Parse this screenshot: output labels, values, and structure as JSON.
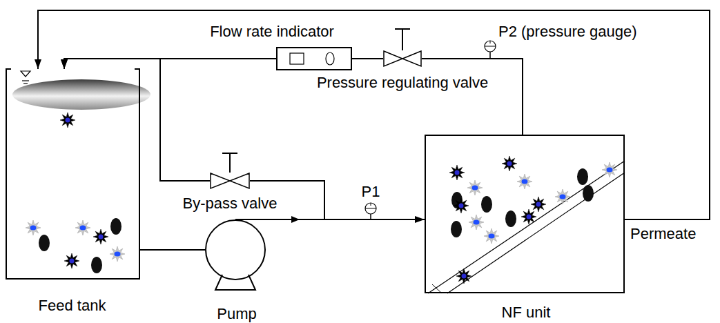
{
  "diagram": {
    "nodes": [
      {
        "text": [
          "Flow rate indicator"
        ]
      },
      {
        "text": [
          "Pressure regulating valve"
        ]
      },
      {
        "text": [
          "By-pass valve"
        ]
      },
      {
        "text": [
          "Feed tank"
        ]
      },
      {
        "text": [
          "Pump"
        ]
      },
      {
        "text": [
          "NF unit"
        ]
      }
    ],
    "edges": [
      {
        "from": 3,
        "to": 4,
        "arrow": "none"
      },
      {
        "from": 4,
        "to": 5,
        "arrow": "to"
      },
      {
        "from": 4,
        "to": 2,
        "arrow": "none"
      },
      {
        "from": 2,
        "to": 3,
        "arrow": "to"
      },
      {
        "from": 5,
        "to": 1,
        "arrow": "none"
      },
      {
        "from": 1,
        "to": 0,
        "arrow": "none"
      },
      {
        "from": 0,
        "to": 3,
        "arrow": "to"
      },
      {
        "from": 5,
        "to": 3,
        "arrow": "to"
      }
    ],
    "labels": [
      "P1",
      "P2 (pressure gauge)",
      "Permeate"
    ]
  }
}
